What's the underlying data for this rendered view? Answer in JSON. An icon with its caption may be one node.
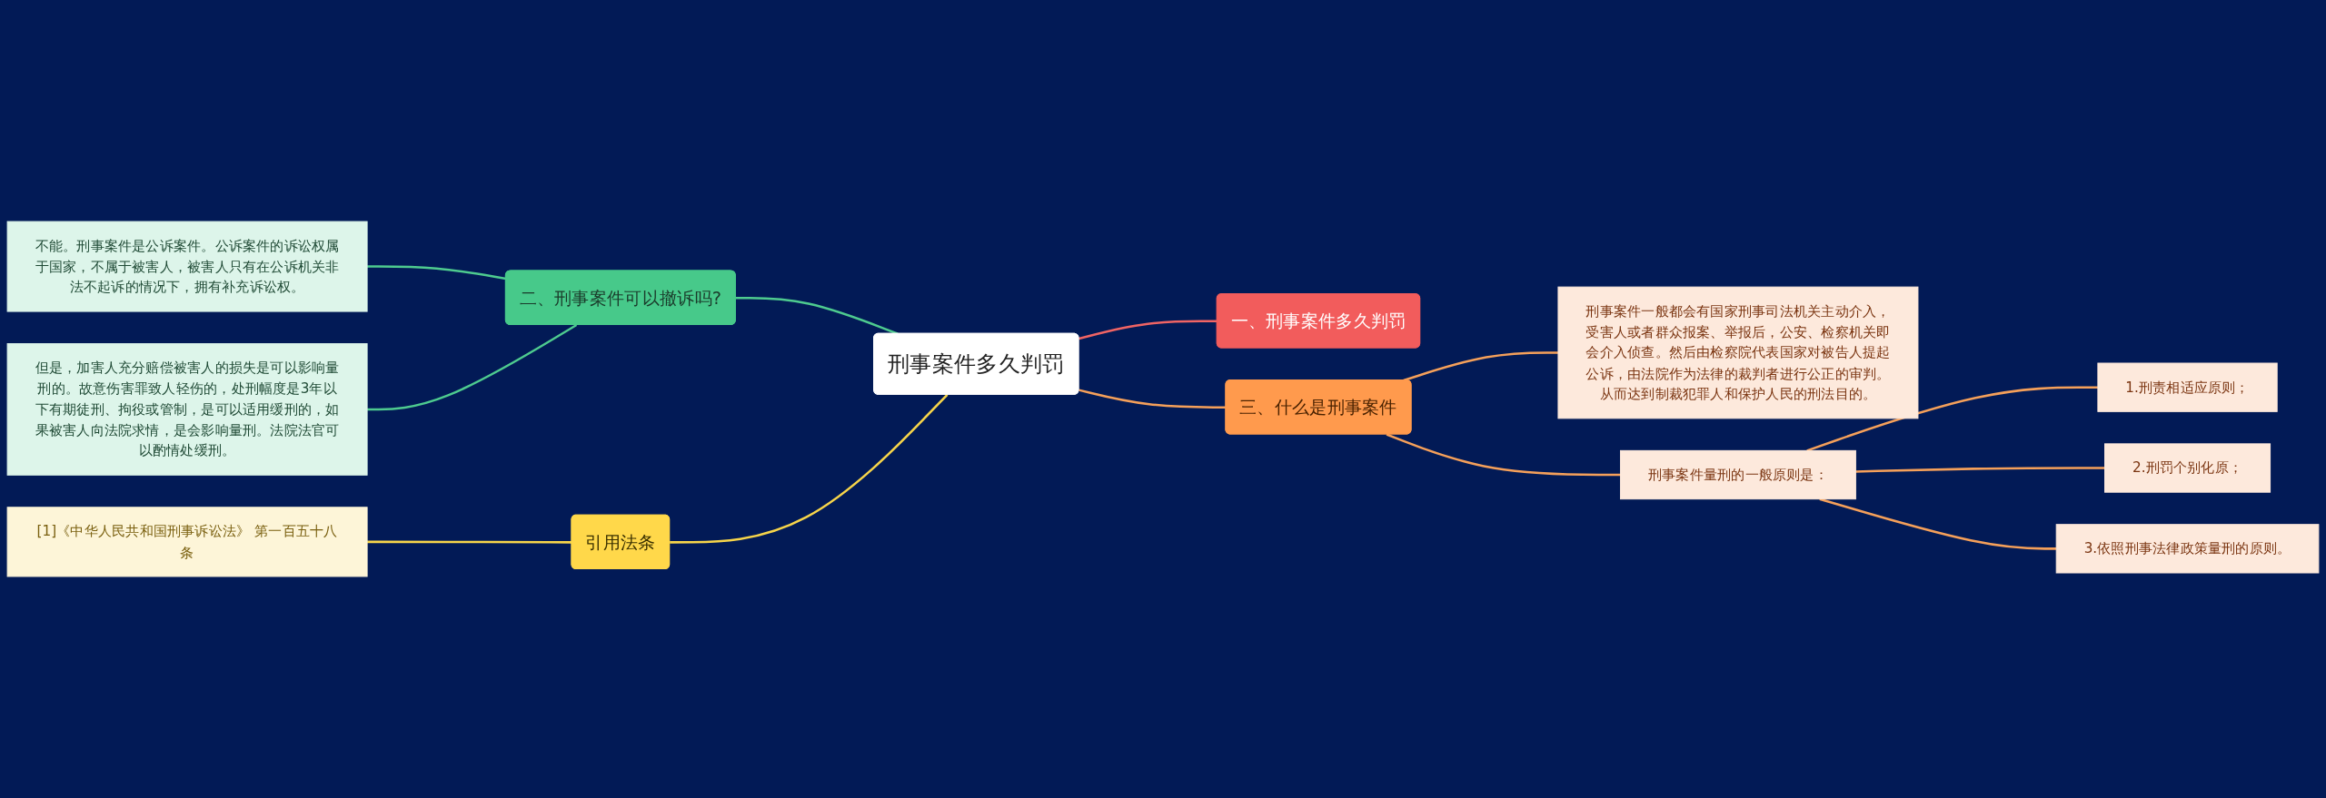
{
  "diagram": {
    "nodes": [
      {
        "text": [
          "刑事案件多久判罚"
        ]
      },
      {
        "text": [
          "一、刑事案件多久判罚"
        ]
      },
      {
        "text": [
          "二、刑事案件可以撤诉吗?"
        ]
      },
      {
        "text": [
          "不能。刑事案件是公诉案件。公诉案件的诉讼权属于国家，不属于被害人，被害人只有在公诉机关非法不起诉的情况下，拥有补充诉讼权。"
        ]
      },
      {
        "text": [
          "但是，加害人充分赔偿被害人的损失是可以影响量刑的。故意伤害罪致人轻伤的，处刑幅度是3年以下有期徒刑、拘役或管制，是可以适用缓刑的，如果被害人向法院求情，是会影响量刑。法院法官可以酌情处缓刑。"
        ]
      },
      {
        "text": [
          "三、什么是刑事案件"
        ]
      },
      {
        "text": [
          "刑事案件一般都会有国家刑事司法机关主动介入，受害人或者群众报案、举报后，公安、检察机关即会介入侦查。然后由检察院代表国家对被告人提起公诉，由法院作为法律的裁判者进行公正的审判。从而达到制裁犯罪人和保护人民的刑法目的。"
        ]
      },
      {
        "text": [
          "刑事案件量刑的一般原则是："
        ]
      },
      {
        "text": [
          "1.刑责相适应原则；"
        ]
      },
      {
        "text": [
          "2.刑罚个别化原；"
        ]
      },
      {
        "text": [
          "3.依照刑事法律政策量刑的原则。"
        ]
      },
      {
        "text": [
          "引用法条"
        ]
      },
      {
        "text": [
          "[1]《中华人民共和国刑事诉讼法》 第一百五十八条"
        ]
      }
    ],
    "edges": [
      {
        "from": 0,
        "to": 1,
        "arrow": "none",
        "color": "#f06464"
      },
      {
        "from": 0,
        "to": 2,
        "arrow": "none",
        "color": "#4ecb8f"
      },
      {
        "from": 2,
        "to": 3,
        "arrow": "none",
        "color": "#4ecb8f"
      },
      {
        "from": 2,
        "to": 4,
        "arrow": "none",
        "color": "#4ecb8f"
      },
      {
        "from": 0,
        "to": 5,
        "arrow": "none"
      },
      {
        "from": 5,
        "to": 6,
        "arrow": "none"
      },
      {
        "from": 5,
        "to": 7,
        "arrow": "none"
      },
      {
        "from": 7,
        "to": 8,
        "arrow": "none"
      },
      {
        "from": 7,
        "to": 9,
        "arrow": "none"
      },
      {
        "from": 7,
        "to": 10,
        "arrow": "none"
      },
      {
        "from": 0,
        "to": 11,
        "arrow": "none",
        "color": "#f7d54a"
      },
      {
        "from": 11,
        "to": 12,
        "arrow": "none",
        "color": "#f7d54a"
      }
    ]
  }
}
